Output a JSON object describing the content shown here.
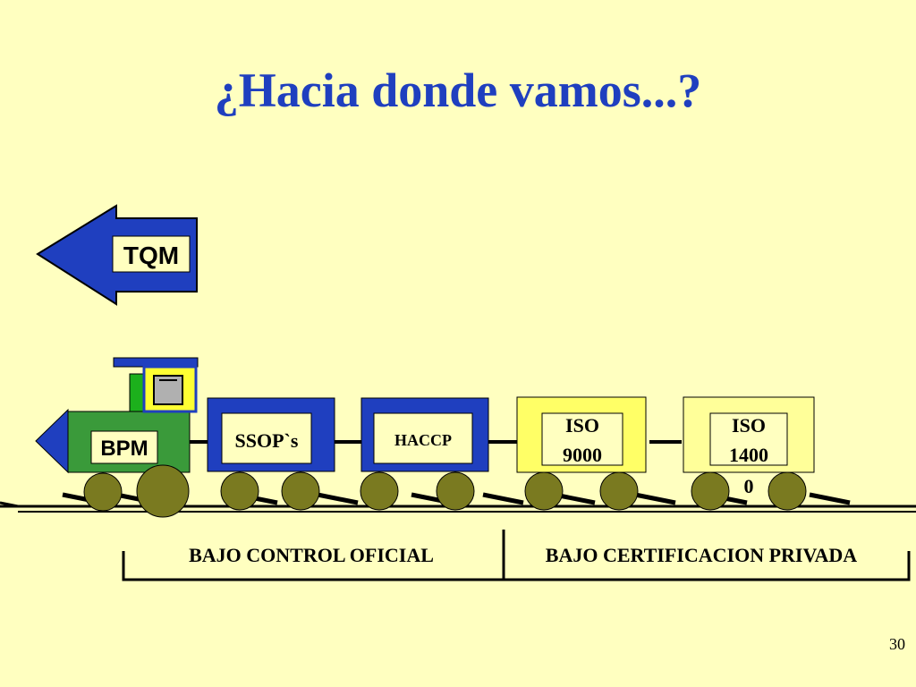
{
  "slide": {
    "title": "¿Hacia donde vamos...?",
    "page_number": "30"
  },
  "arrow": {
    "label": "TQM"
  },
  "train": {
    "engine": {
      "label": "BPM"
    },
    "cars": [
      {
        "label": "SSOP`s"
      },
      {
        "label": "HACCP"
      },
      {
        "label_line1": "ISO",
        "label_line2": "9000"
      },
      {
        "label_line1": "ISO",
        "label_line2": "1400",
        "label_line3": "0"
      }
    ]
  },
  "sections": {
    "official": "BAJO CONTROL OFICIAL",
    "private": "BAJO CERTIFICACION PRIVADA"
  },
  "colors": {
    "background": "#FFFFC0",
    "title": "#1F3FBF",
    "blue_car": "#1F3FBF",
    "yellow_car": "#FFFF66",
    "engine_green": "#3A9A3A",
    "wheel": "#7A7A20"
  }
}
